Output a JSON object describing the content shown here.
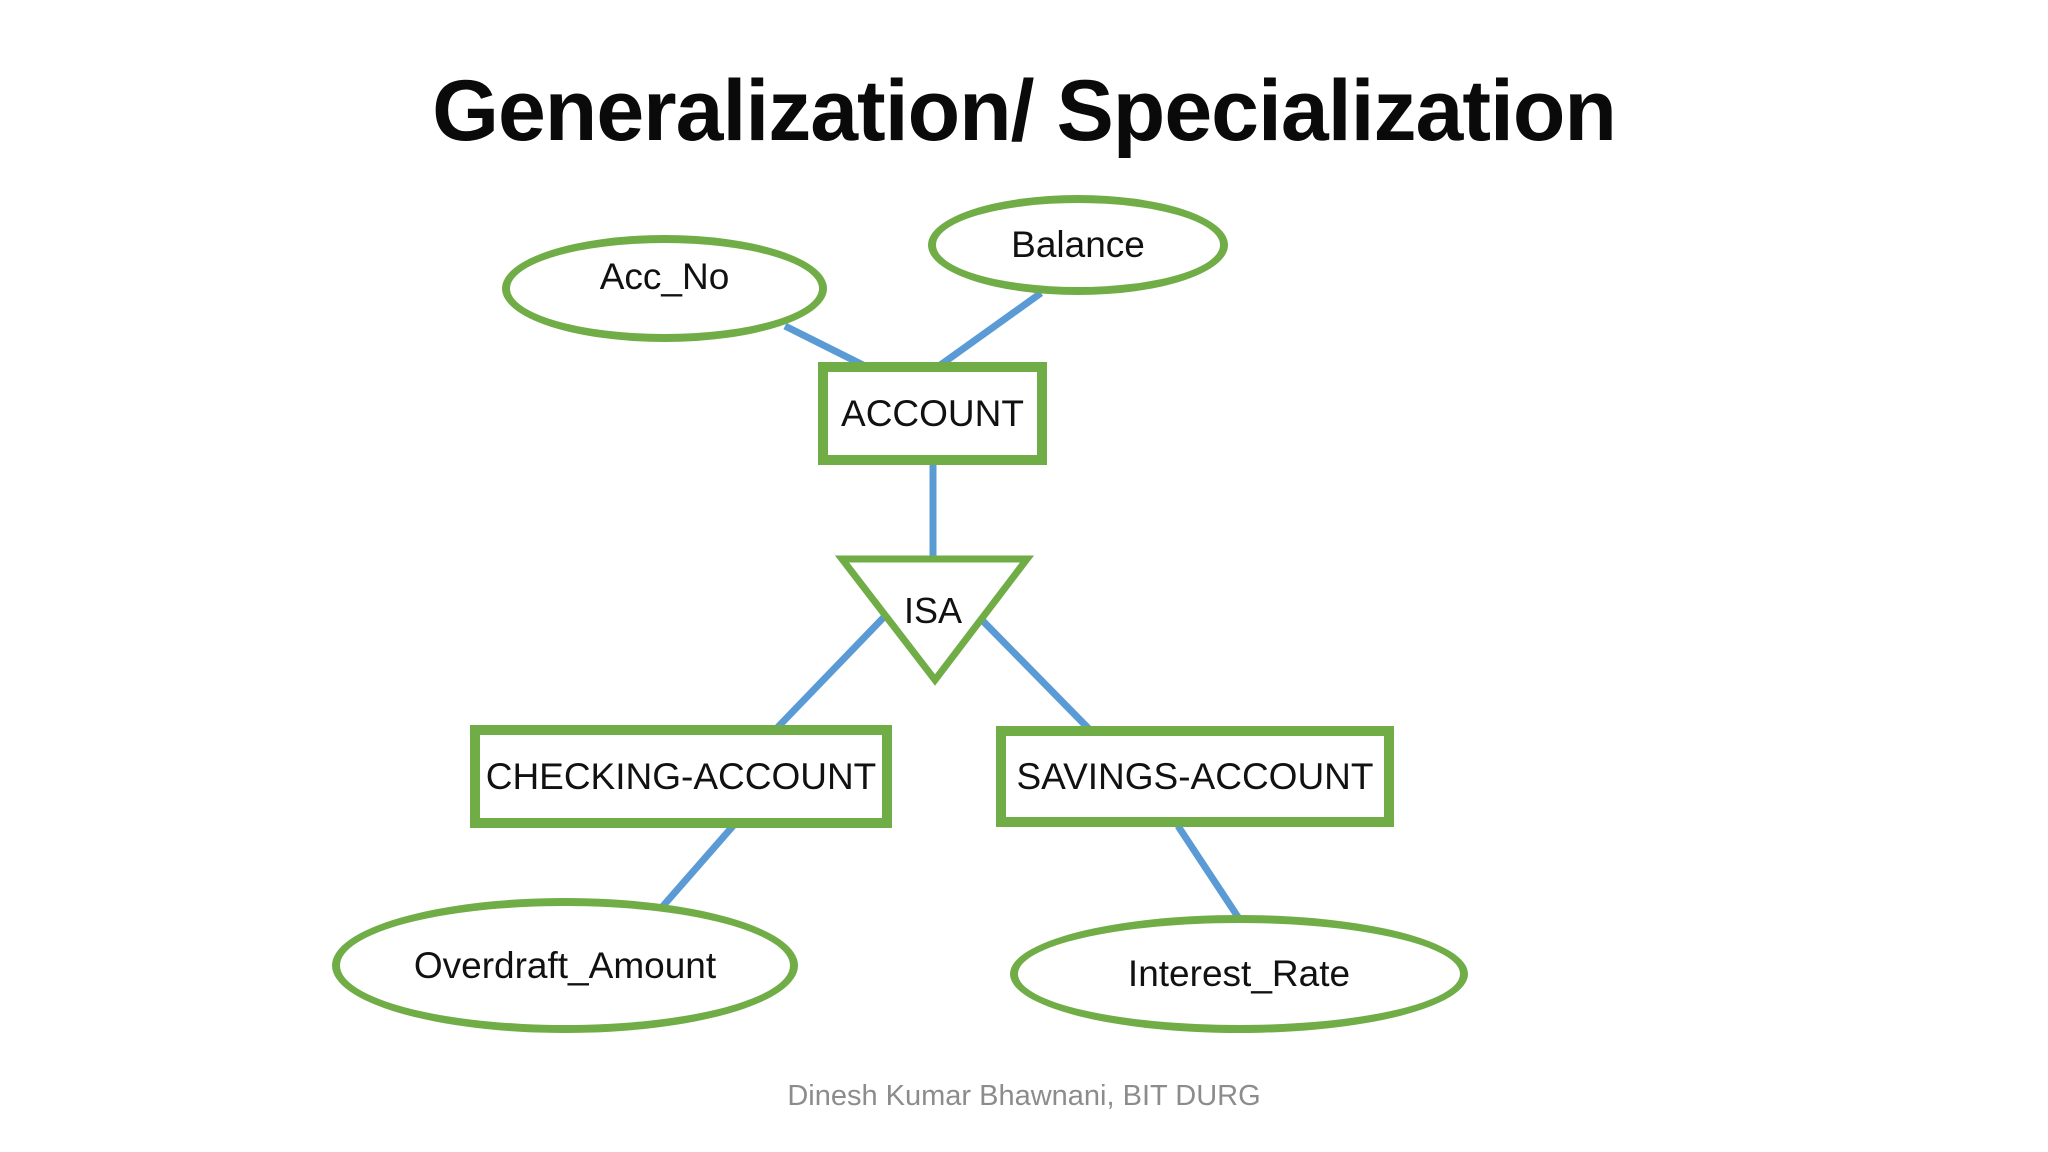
{
  "slide": {
    "title": "Generalization/ Specialization",
    "footer": "Dinesh Kumar Bhawnani, BIT DURG"
  },
  "diagram": {
    "type": "er-diagram",
    "topic": "generalization-specialization hierarchy",
    "entities": [
      {
        "id": "account",
        "label": "ACCOUNT",
        "shape": "rectangle",
        "role": "superclass"
      },
      {
        "id": "checking-account",
        "label": "CHECKING-ACCOUNT",
        "shape": "rectangle",
        "role": "subclass"
      },
      {
        "id": "savings-account",
        "label": "SAVINGS-ACCOUNT",
        "shape": "rectangle",
        "role": "subclass"
      }
    ],
    "attributes": [
      {
        "id": "acc-no",
        "label": "Acc_No",
        "shape": "ellipse",
        "key_attribute": true,
        "attached_to": "account"
      },
      {
        "id": "balance",
        "label": "Balance",
        "shape": "ellipse",
        "key_attribute": false,
        "attached_to": "account"
      },
      {
        "id": "overdraft-amount",
        "label": "Overdraft_Amount",
        "shape": "ellipse",
        "key_attribute": false,
        "attached_to": "checking-account"
      },
      {
        "id": "interest-rate",
        "label": "Interest_Rate",
        "shape": "ellipse",
        "key_attribute": false,
        "attached_to": "savings-account"
      }
    ],
    "relationship": {
      "id": "isa",
      "label": "ISA",
      "shape": "inverted-triangle",
      "connects": [
        "account",
        "checking-account",
        "savings-account"
      ]
    },
    "colors": {
      "shape_border": "#70AD47",
      "connector": "#5B9BD5",
      "text": "#111111",
      "footer_text": "#8C8C8C",
      "background": "#FFFFFF"
    }
  }
}
